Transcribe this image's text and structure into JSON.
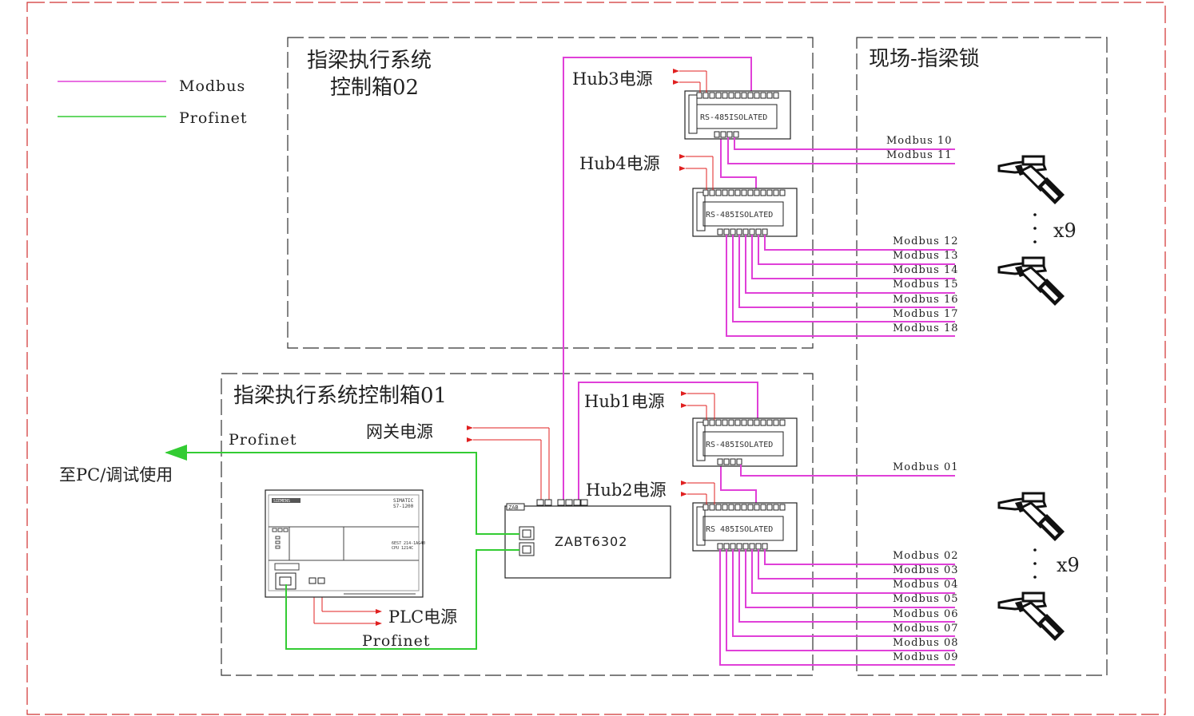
{
  "legend": [
    {
      "label": "Modbus",
      "color": "#e040d8"
    },
    {
      "label": "Profinet",
      "color": "#33cc33"
    }
  ],
  "boxes": {
    "box02_title_line1": "指梁执行系统",
    "box02_title_line2": "控制箱02",
    "box01_title": "指梁执行系统控制箱01",
    "field_title": "现场-指梁锁"
  },
  "labels": {
    "hub1_power": "Hub1电源",
    "hub2_power": "Hub2电源",
    "hub3_power": "Hub3电源",
    "hub4_power": "Hub4电源",
    "gateway_power": "网关电源",
    "plc_power": "PLC电源",
    "profinet_top": "Profinet",
    "profinet_bottom": "Profinet",
    "to_pc": "至PC/调试使用",
    "gateway_name": "ZABT6302",
    "gateway_tag": "ZAB",
    "plc_brand": "SIMATIC",
    "plc_model": "S7-1200",
    "plc_tag": "SIEMENS",
    "plc_sub": "6ES7 214-1AG40",
    "plc_sub2": "CPU 1214C"
  },
  "hubs": [
    {
      "id": "hub3",
      "label": "RS-485ISOLATED"
    },
    {
      "id": "hub4",
      "label": "RS-485ISOLATED"
    },
    {
      "id": "hub1",
      "label": "RS-485ISOLATED"
    },
    {
      "id": "hub2",
      "label": "RS 485ISOLATED"
    }
  ],
  "modbus_upper": [
    "Modbus 10",
    "Modbus 11"
  ],
  "modbus_mid": [
    "Modbus 12",
    "Modbus 13",
    "Modbus 14",
    "Modbus 15",
    "Modbus 16",
    "Modbus 17",
    "Modbus 18"
  ],
  "modbus_hub1": [
    "Modbus 01"
  ],
  "modbus_lower": [
    "Modbus 02",
    "Modbus 03",
    "Modbus 04",
    "Modbus 05",
    "Modbus 06",
    "Modbus 07",
    "Modbus 08",
    "Modbus 09"
  ],
  "multipliers": {
    "upper": "x9",
    "lower": "x9"
  },
  "colors": {
    "modbus": "#e040d8",
    "profinet": "#33cc33",
    "power": "#e02020",
    "outer_border": "#d03030",
    "box_border": "#333333"
  }
}
